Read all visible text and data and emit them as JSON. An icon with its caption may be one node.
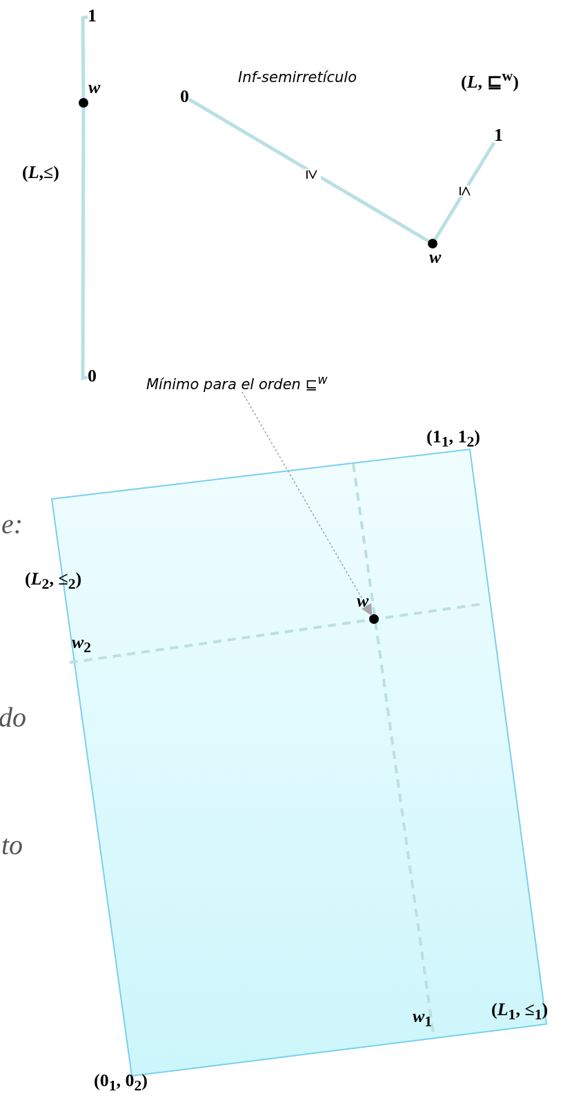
{
  "diagram": {
    "nodes": [
      {
        "text": [
          "1"
        ]
      },
      {
        "text": [],
        "shape": "circle",
        "beside": [
          "w"
        ]
      },
      {
        "text": [
          "0"
        ]
      },
      {
        "text": [
          "0"
        ]
      },
      {
        "text": [],
        "shape": "circle",
        "beside": [
          "w"
        ]
      },
      {
        "text": [
          "1"
        ]
      },
      {
        "text": [],
        "shape": "box"
      },
      {
        "text": [],
        "shape": "circle",
        "beside": [
          "w"
        ],
        "in": 6
      },
      {
        "text": [
          "Mínimo para el orden ⊑$^{w}$"
        ]
      }
    ],
    "edges": [
      {
        "from": 0,
        "to": 1,
        "arrow": "none"
      },
      {
        "from": 1,
        "to": 2,
        "arrow": "none"
      },
      {
        "from": 3,
        "to": 4,
        "arrow": "none",
        "label": "≥"
      },
      {
        "from": 4,
        "to": 5,
        "arrow": "none",
        "label": "≤"
      },
      {
        "from": 8,
        "to": 7,
        "arrow": "to",
        "style": "dashed",
        "color": "#a6a6a6"
      }
    ],
    "labels": [
      "Inf-semirretículo",
      "(*L*, ⊑$^{w}$)",
      "(*L*,≤)",
      "(1$_{1}$, 1$_{2}$)",
      "e:",
      "(*L*$_{2}$, ≤$_{2}$)",
      "*w*$_{2}$",
      "do",
      "to",
      "(*L*$_{1}$, ≤$_{1}$)",
      "*w*$_{1}$",
      "(0$_{1}$, 0$_{2}$)"
    ]
  }
}
